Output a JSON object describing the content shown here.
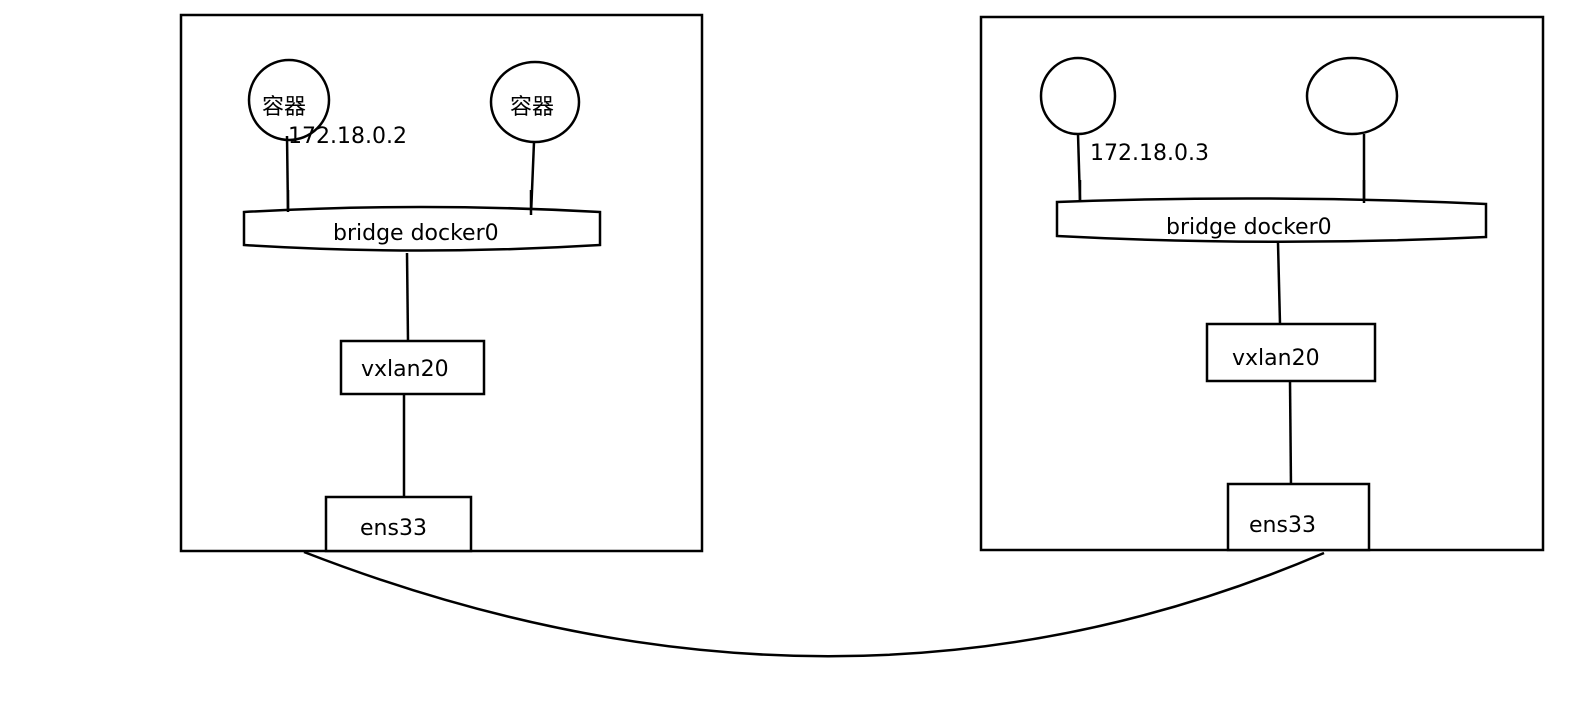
{
  "colors": {
    "stroke": "#000000",
    "background": "#ffffff"
  },
  "hosts": [
    {
      "containers": [
        {
          "label": "容器",
          "ip": "172.18.0.2"
        },
        {
          "label": "容器"
        }
      ],
      "bridge": "bridge docker0",
      "vxlan": "vxlan20",
      "nic": "ens33"
    },
    {
      "containers": [
        {
          "label": "",
          "ip": "172.18.0.3"
        },
        {
          "label": ""
        }
      ],
      "bridge": "bridge docker0",
      "vxlan": "vxlan20",
      "nic": "ens33"
    }
  ]
}
